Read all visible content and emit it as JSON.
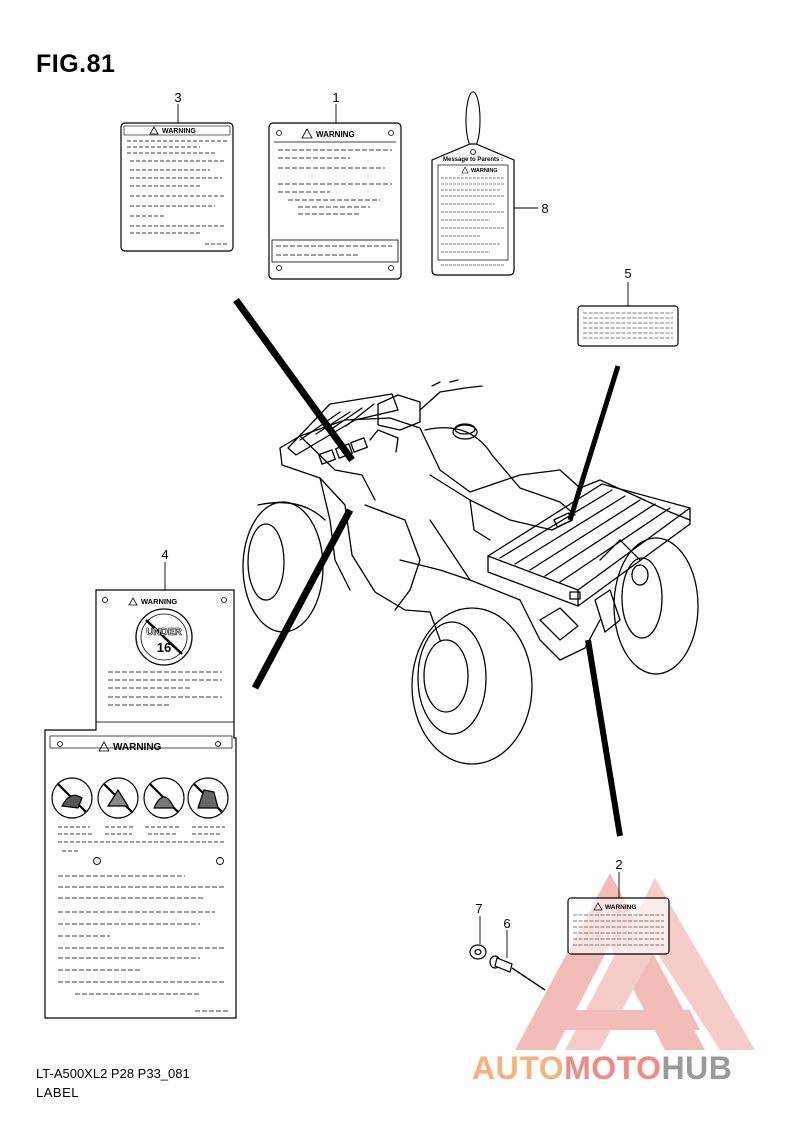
{
  "figure": {
    "title": "FIG.81"
  },
  "callouts": [
    "1",
    "2",
    "3",
    "4",
    "5",
    "6",
    "7",
    "8"
  ],
  "labels": {
    "warning": "WARNING",
    "message_to_parents": "Message to Parents :",
    "under_age_top": "UNDER",
    "under_age_num": "16"
  },
  "footer": {
    "code": "LT-A500XL2 P28 P33_081",
    "caption": "LABEL"
  },
  "watermark": {
    "part1": "AUTO",
    "part2": "MOTO",
    "part3": "HUB"
  }
}
